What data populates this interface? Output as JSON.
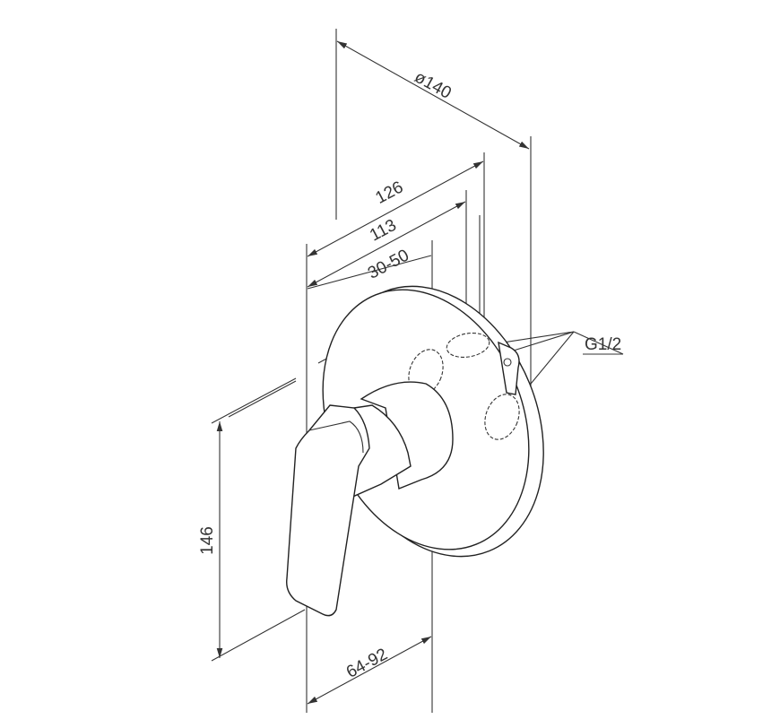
{
  "dimensions": {
    "diameter": "ø140",
    "width_126": "126",
    "width_113": "113",
    "depth_range": "30-50",
    "height": "146",
    "projection_range": "64-92",
    "thread": "G1/2"
  },
  "colors": {
    "line": "#333333",
    "background": "#ffffff"
  }
}
